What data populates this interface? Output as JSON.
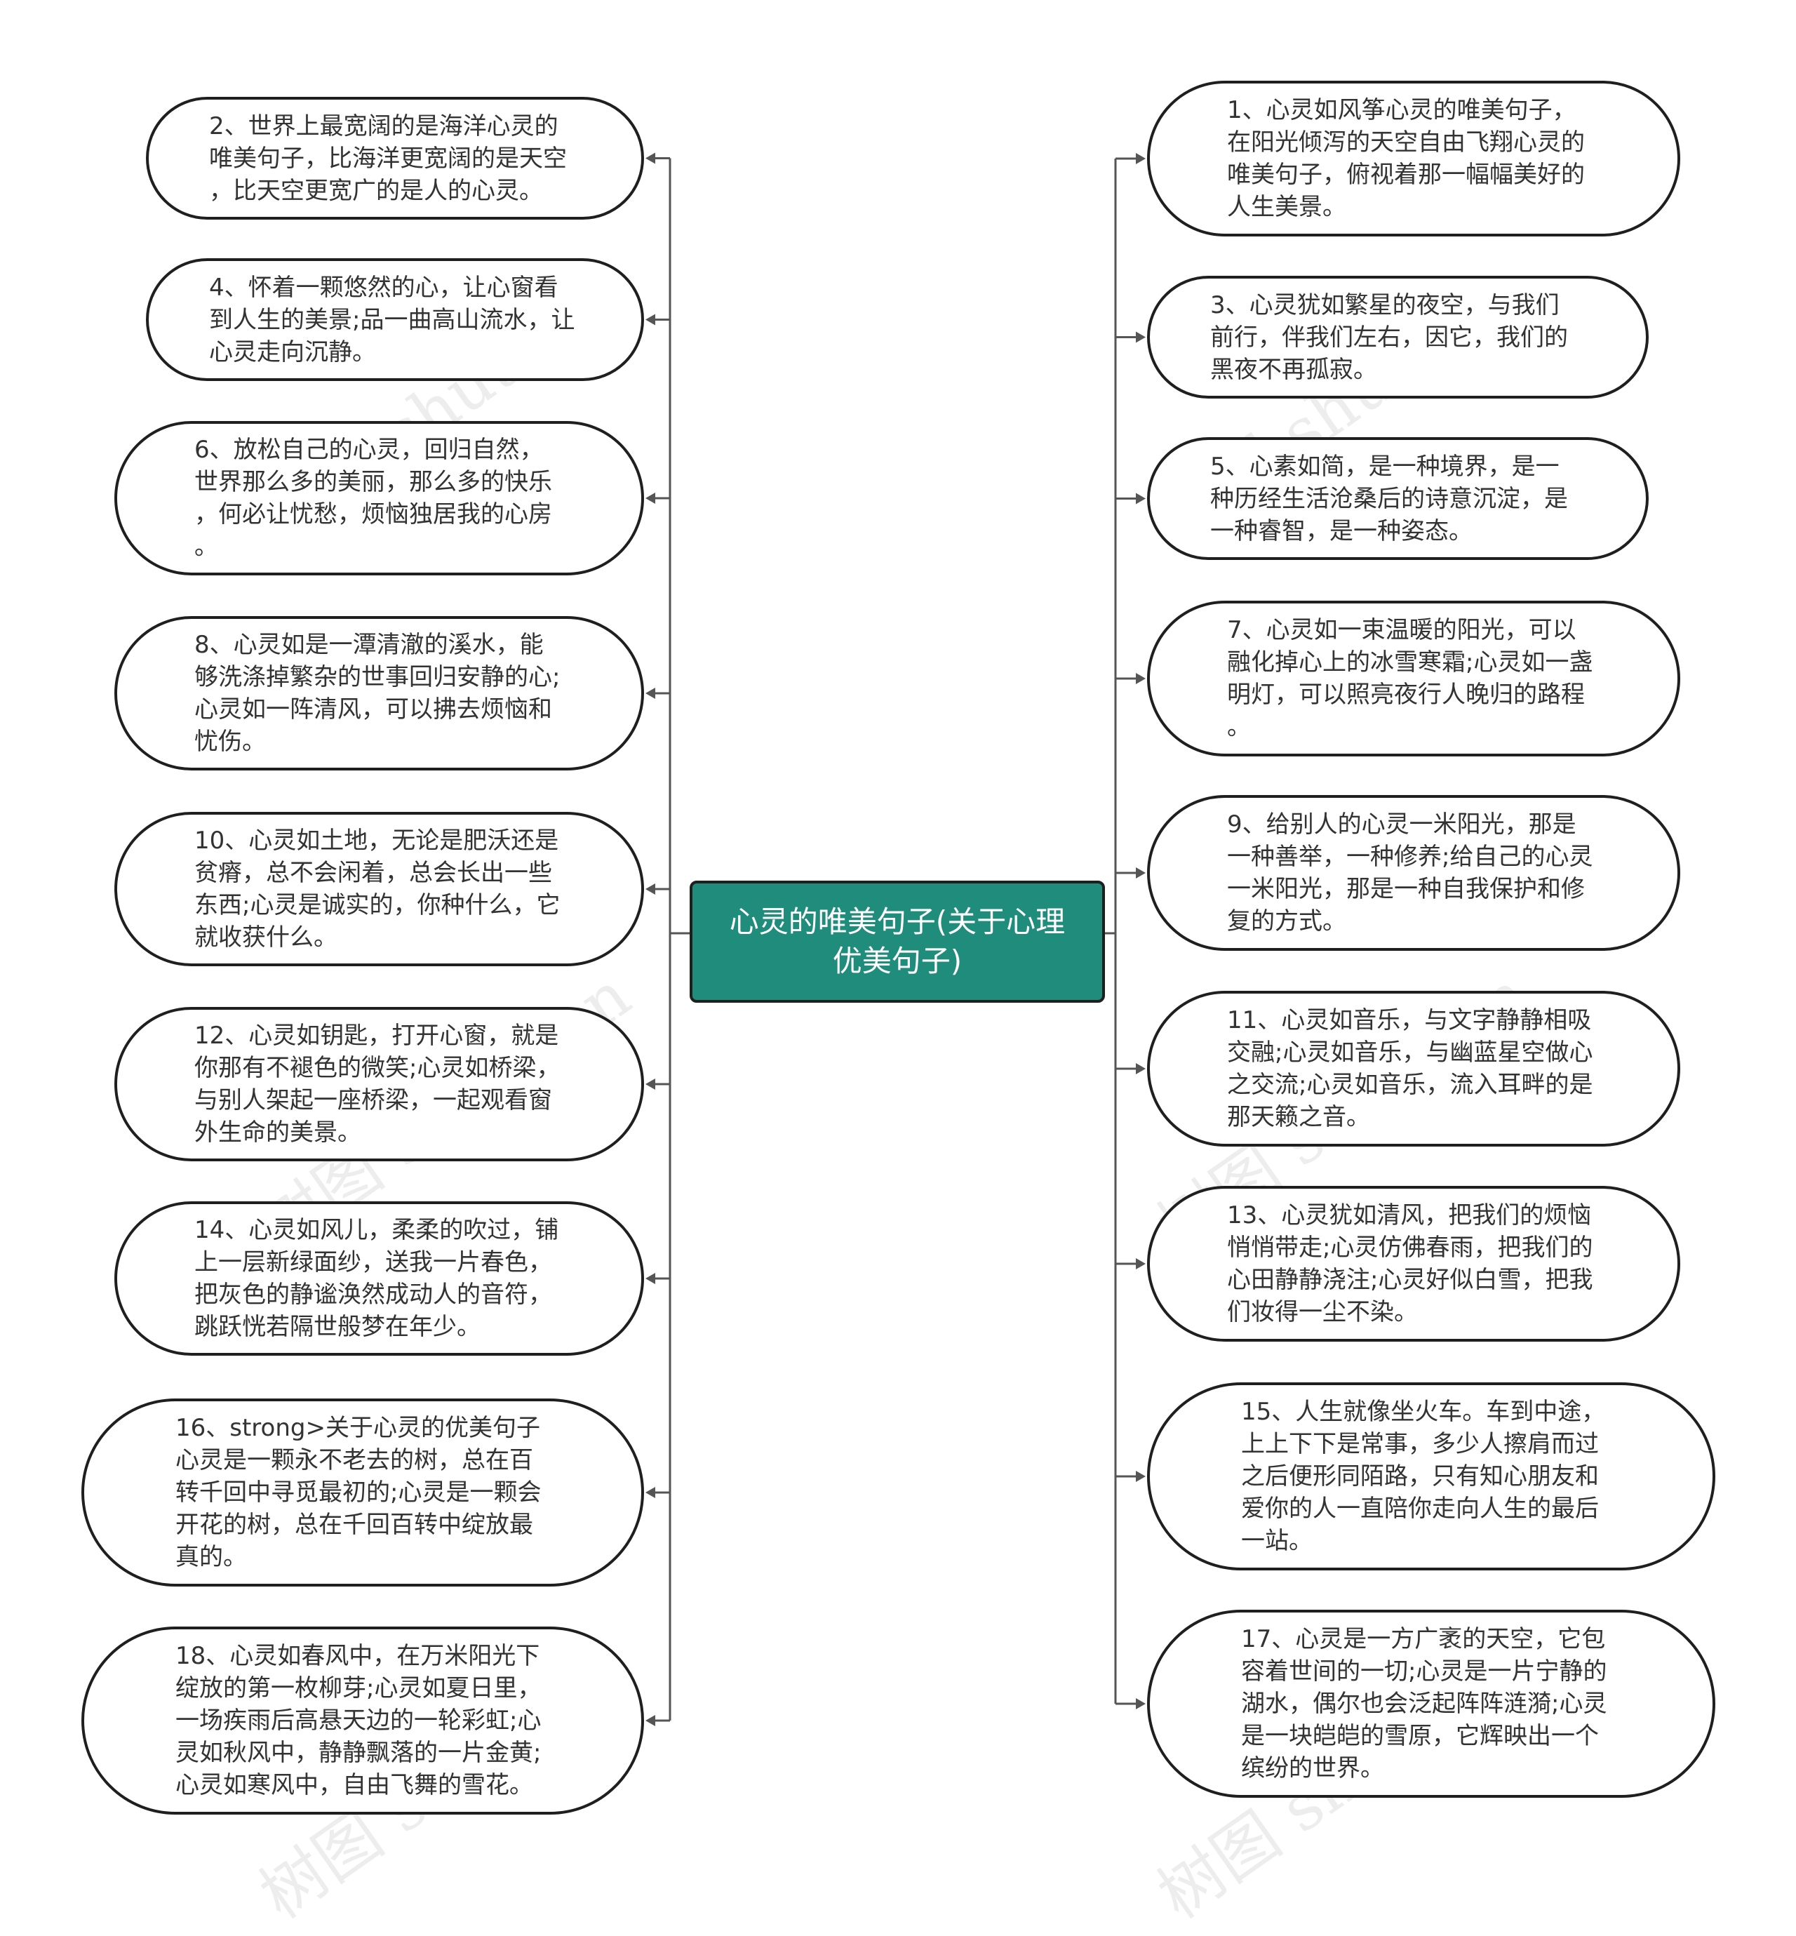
{
  "root": {
    "title": "心灵的唯美句子(关于心理\n优美句子)"
  },
  "left_nodes": [
    {
      "text": "2、世界上最宽阔的是海洋心灵的\n唯美句子，比海洋更宽阔的是天空\n，比天空更宽广的是人的心灵。"
    },
    {
      "text": "4、怀着一颗悠然的心，让心窗看\n到人生的美景;品一曲高山流水，让\n心灵走向沉静。"
    },
    {
      "text": "6、放松自己的心灵，回归自然，\n世界那么多的美丽，那么多的快乐\n，何必让忧愁，烦恼独居我的心房\n。"
    },
    {
      "text": "8、心灵如是一潭清澈的溪水，能\n够洗涤掉繁杂的世事回归安静的心;\n心灵如一阵清风，可以拂去烦恼和\n忧伤。"
    },
    {
      "text": "10、心灵如土地，无论是肥沃还是\n贫瘠，总不会闲着，总会长出一些\n东西;心灵是诚实的，你种什么，它\n就收获什么。"
    },
    {
      "text": "12、心灵如钥匙，打开心窗，就是\n你那有不褪色的微笑;心灵如桥梁，\n与别人架起一座桥梁，一起观看窗\n外生命的美景。"
    },
    {
      "text": "14、心灵如风儿，柔柔的吹过，铺\n上一层新绿面纱，送我一片春色，\n把灰色的静谧涣然成动人的音符，\n跳跃恍若隔世般梦在年少。"
    },
    {
      "text": "16、strong>关于心灵的优美句子\n心灵是一颗永不老去的树，总在百\n转千回中寻觅最初的;心灵是一颗会\n开花的树，总在千回百转中绽放最\n真的。"
    },
    {
      "text": "18、心灵如春风中，在万米阳光下\n绽放的第一枚柳芽;心灵如夏日里，\n一场疾雨后高悬天边的一轮彩虹;心\n灵如秋风中，静静飘落的一片金黄;\n心灵如寒风中，自由飞舞的雪花。"
    }
  ],
  "right_nodes": [
    {
      "text": "1、心灵如风筝心灵的唯美句子，\n在阳光倾泻的天空自由飞翔心灵的\n唯美句子，俯视着那一幅幅美好的\n人生美景。"
    },
    {
      "text": "3、心灵犹如繁星的夜空，与我们\n前行，伴我们左右，因它，我们的\n黑夜不再孤寂。"
    },
    {
      "text": "5、心素如简，是一种境界，是一\n种历经生活沧桑后的诗意沉淀，是\n一种睿智，是一种姿态。"
    },
    {
      "text": "7、心灵如一束温暖的阳光，可以\n融化掉心上的冰雪寒霜;心灵如一盏\n明灯，可以照亮夜行人晚归的路程\n。"
    },
    {
      "text": "9、给别人的心灵一米阳光，那是\n一种善举，一种修养;给自己的心灵\n一米阳光，那是一种自我保护和修\n复的方式。"
    },
    {
      "text": "11、心灵如音乐，与文字静静相吸\n交融;心灵如音乐，与幽蓝星空做心\n之交流;心灵如音乐，流入耳畔的是\n那天籁之音。"
    },
    {
      "text": "13、心灵犹如清风，把我们的烦恼\n悄悄带走;心灵仿佛春雨，把我们的\n心田静静浇注;心灵好似白雪，把我\n们妆得一尘不染。"
    },
    {
      "text": "15、人生就像坐火车。车到中途，\n上上下下是常事，多少人擦肩而过\n之后便形同陌路，只有知心朋友和\n爱你的人一直陪你走向人生的最后\n一站。"
    },
    {
      "text": "17、心灵是一方广袤的天空，它包\n容着世间的一切;心灵是一片宁静的\n湖水，偶尔也会泛起阵阵涟漪;心灵\n是一块皑皑的雪原，它辉映出一个\n缤纷的世界。"
    }
  ],
  "watermark": "树图 shutu.cn",
  "colors": {
    "root_fill": "#1f8c7c",
    "node_border": "#1f1f1f",
    "line": "#555555",
    "text": "#333333"
  }
}
